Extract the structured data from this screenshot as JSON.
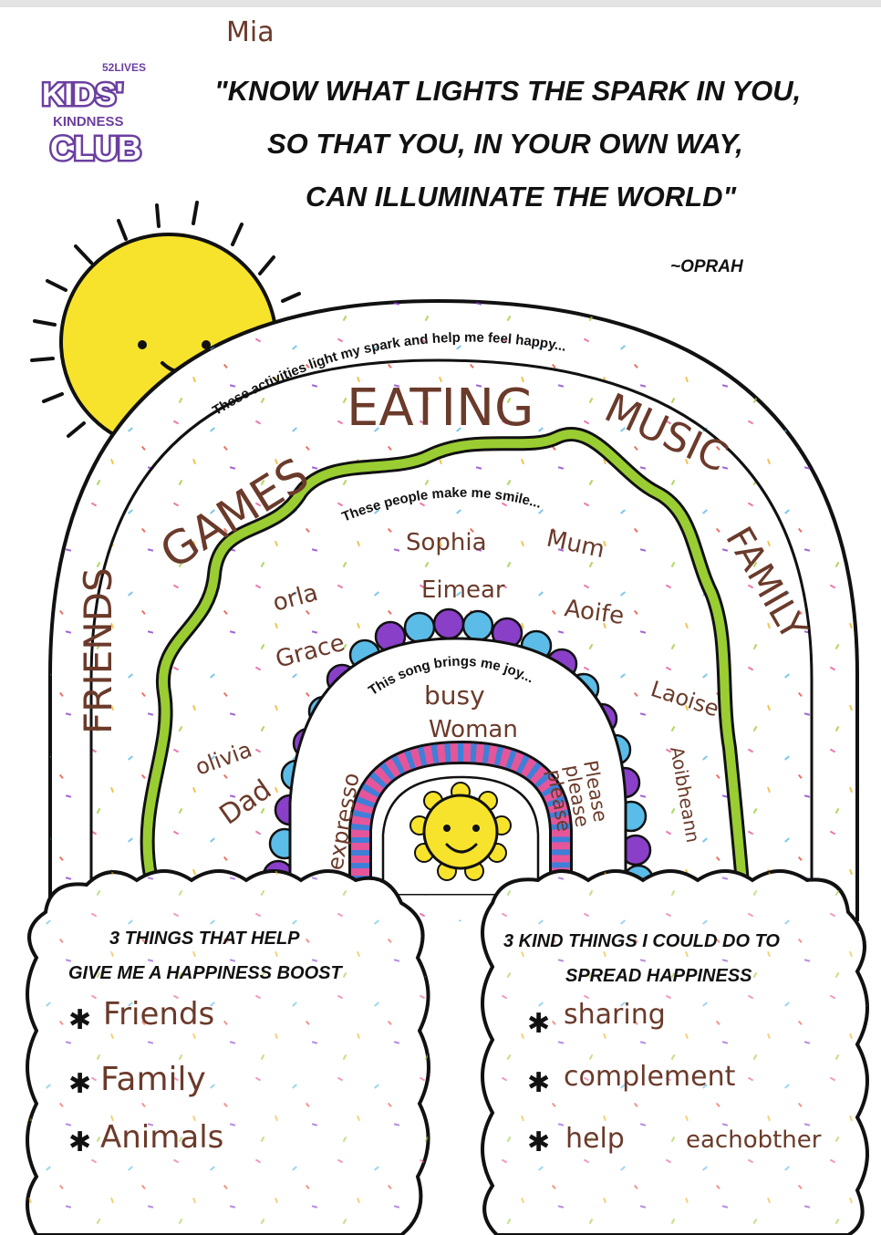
{
  "student_name": "Mia",
  "logo": {
    "line1": "52LIVES",
    "line2": "KIDS'",
    "line3": "KINDNESS",
    "line4": "CLUB"
  },
  "quote": {
    "line1": "\"KNOW WHAT LIGHTS THE SPARK IN YOU,",
    "line2": "SO THAT YOU, IN YOUR OWN WAY,",
    "line3": "CAN ILLUMINATE THE WORLD\"",
    "author": "~OPRAH"
  },
  "outer_arc": {
    "prompt": "These activities light my spark and help me feel happy...",
    "answers": [
      "FRIENDS",
      "GAMES",
      "EATING",
      "MUSIC",
      "FAMILY"
    ]
  },
  "middle_arc": {
    "prompt": "These people make me smile...",
    "answers": [
      "Sophia",
      "Mum",
      "Eimear",
      "orla",
      "Aoife",
      "Grace",
      "Laoise",
      "olivia",
      "Dad",
      "Aoibheann"
    ]
  },
  "inner_arc": {
    "prompt": "This song brings me joy...",
    "answers": [
      "busy",
      "Woman",
      "expresso",
      "Please",
      "please",
      "please"
    ]
  },
  "left_cloud": {
    "heading1": "3 THINGS THAT HELP",
    "heading2": "GIVE ME A HAPPINESS BOOST",
    "bullet": "✱",
    "items": [
      "Friends",
      "Family",
      "Animals"
    ]
  },
  "right_cloud": {
    "heading1": "3 KIND THINGS I COULD DO TO",
    "heading2": "SPREAD HAPPINESS",
    "bullet": "✱",
    "items": [
      "sharing",
      "complement",
      "help",
      "eachobther"
    ]
  },
  "colors": {
    "sun": "#f7e32b",
    "logo_purple": "#6b3fa0",
    "green": "#9acd32",
    "purple": "#8a3fc9",
    "blue": "#5bbce8",
    "pink": "#e6559a",
    "handwriting": "#6b3a2a"
  }
}
